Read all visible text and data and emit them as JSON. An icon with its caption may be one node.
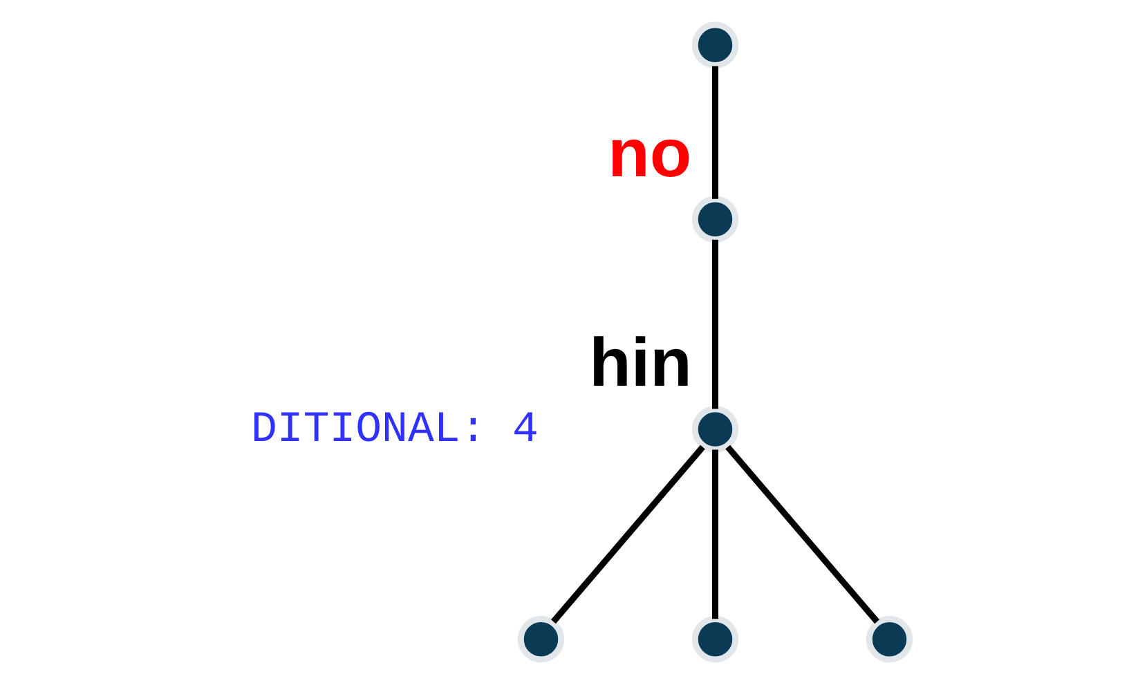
{
  "diagram": {
    "nodes": [
      {
        "text": [],
        "shape": "circle"
      },
      {
        "text": [],
        "shape": "circle",
        "beside": [
          "no"
        ]
      },
      {
        "text": [],
        "shape": "circle",
        "beside": [
          "hin"
        ]
      },
      {
        "text": [],
        "shape": "circle"
      },
      {
        "text": [],
        "shape": "circle"
      },
      {
        "text": [],
        "shape": "circle"
      }
    ],
    "edges": [
      {
        "from": 0,
        "to": 1,
        "arrow": "none"
      },
      {
        "from": 1,
        "to": 2,
        "arrow": "none"
      },
      {
        "from": 2,
        "to": 3,
        "arrow": "none"
      },
      {
        "from": 2,
        "to": 4,
        "arrow": "none"
      },
      {
        "from": 2,
        "to": 5,
        "arrow": "none"
      }
    ],
    "labels": [
      "DITIONAL: 4"
    ]
  }
}
